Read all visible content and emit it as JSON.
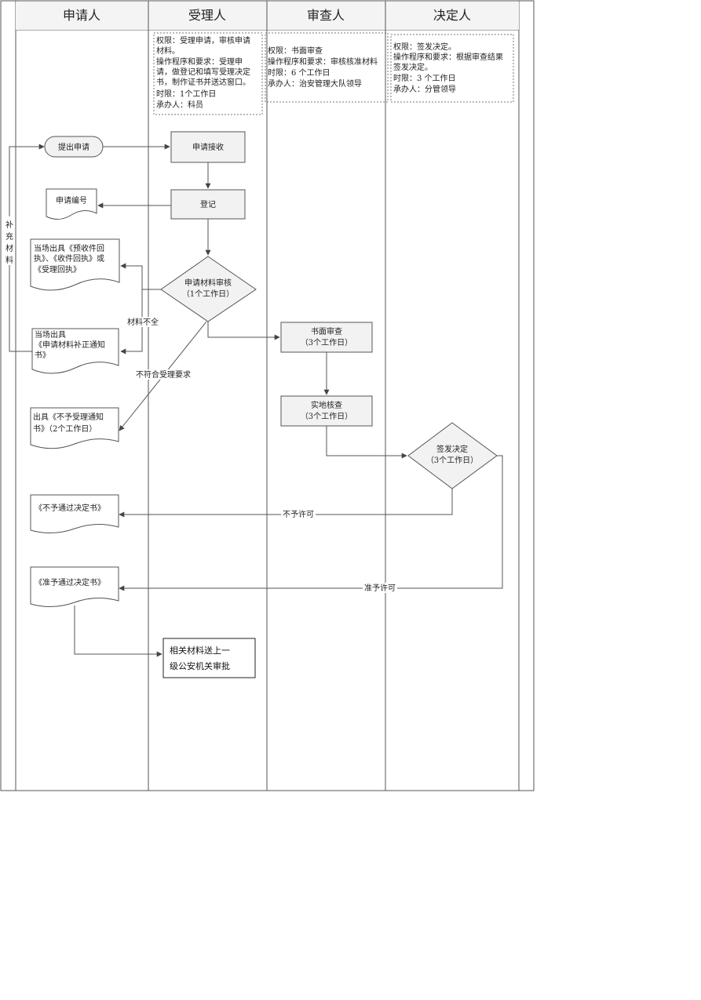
{
  "lanes": [
    "申请人",
    "受理人",
    "审查人",
    "决定人"
  ],
  "notes": {
    "acceptor": [
      "权限：受理申请，审核申请",
      "材料。",
      "操作程序和要求：受理申",
      "请，做登记和填写受理决定",
      "书，制作证书并送达窗口。",
      "时限：1个工作日",
      "承办人：科员"
    ],
    "reviewer": [
      "权限：书面审查",
      "操作程序和要求：审核核准材料",
      "时限：6 个工作日",
      "承办人：治安管理大队领导"
    ],
    "decider": [
      "权限：签发决定。",
      "操作程序和要求：根据审查结果",
      "签发决定。",
      "时限：3 个工作日",
      "承办人：分管领导"
    ]
  },
  "nodes": {
    "submit": "提出申请",
    "receive": "申请接收",
    "register": "登记",
    "app_number": "申请编号",
    "receipt_doc": [
      "当场出具《预收件回",
      "执》、《收件回执》或",
      "《受理回执》"
    ],
    "review_decision": [
      "申请材料审核",
      "（1个工作日）"
    ],
    "supplement_doc": [
      "当场出具",
      "《申请材料补正通知",
      "书》"
    ],
    "reject_notice": [
      "出具《不予受理通知",
      "书》（2个工作日）"
    ],
    "written_review": [
      "书面审查",
      "（3个工作日）"
    ],
    "onsite_check": [
      "实地核查",
      "（3个工作日）"
    ],
    "sign_decision": [
      "签发决定",
      "（3个工作日）"
    ],
    "deny_doc": "《不予通过决定书》",
    "approve_doc": "《准予通过决定书》",
    "forward": [
      "相关材料送上一",
      "级公安机关审批"
    ]
  },
  "edges": {
    "supplement": [
      "补",
      "充",
      "材",
      "料"
    ],
    "incomplete": "材料不全",
    "not_compliant": "不符合受理要求",
    "deny": "不予许可",
    "approve": "准予许可"
  }
}
